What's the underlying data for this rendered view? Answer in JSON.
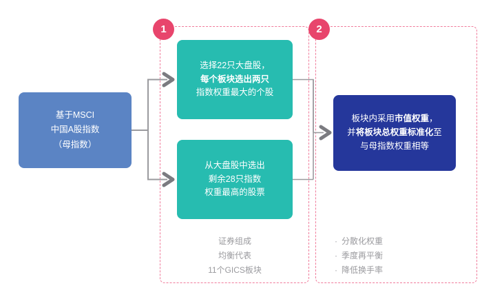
{
  "diagram": {
    "colors": {
      "parent_node": "#5b84c4",
      "selection_node": "#27bcb0",
      "weighting_node": "#25379b",
      "step_circle": "#e8456c",
      "phase_border": "#f07a9a",
      "connector": "#9a9a9e",
      "caption_text": "#9a9a9e"
    },
    "steps": [
      {
        "number": "1"
      },
      {
        "number": "2"
      }
    ],
    "nodes": {
      "parent_index": {
        "lines": [
          {
            "text": "基于MSCI",
            "bold": false
          },
          {
            "text": "中国A股指数",
            "bold": false
          },
          {
            "text": "（母指数）",
            "bold": false
          }
        ]
      },
      "large_cap_selection": {
        "lines": [
          {
            "text": "选择22只大盘股，",
            "bold": false
          },
          {
            "text": "每个板块选出两只",
            "bold": true
          },
          {
            "text": "指数权重最大的个股",
            "bold": false
          }
        ]
      },
      "remaining_selection": {
        "lines": [
          {
            "text": "从大盘股中选出",
            "bold": false
          },
          {
            "text": "剩余28只指数",
            "bold": false
          },
          {
            "text": "权重最高的股票",
            "bold": false
          }
        ]
      },
      "weighting": {
        "line1_normal": "板块内采用",
        "line1_bold": "市值权重",
        "line1_tail": "，",
        "line2_normal": "并",
        "line2_bold": "将板块总权重标准化",
        "line2_tail": "至",
        "line3": "与母指数权重相等"
      }
    },
    "captions": {
      "phase_1": [
        "证券组成",
        "均衡代表",
        "11个GICS板块"
      ],
      "phase_2": [
        "分散化权重",
        "季度再平衡",
        "降低换手率"
      ],
      "bullet_glyph": "·"
    }
  }
}
